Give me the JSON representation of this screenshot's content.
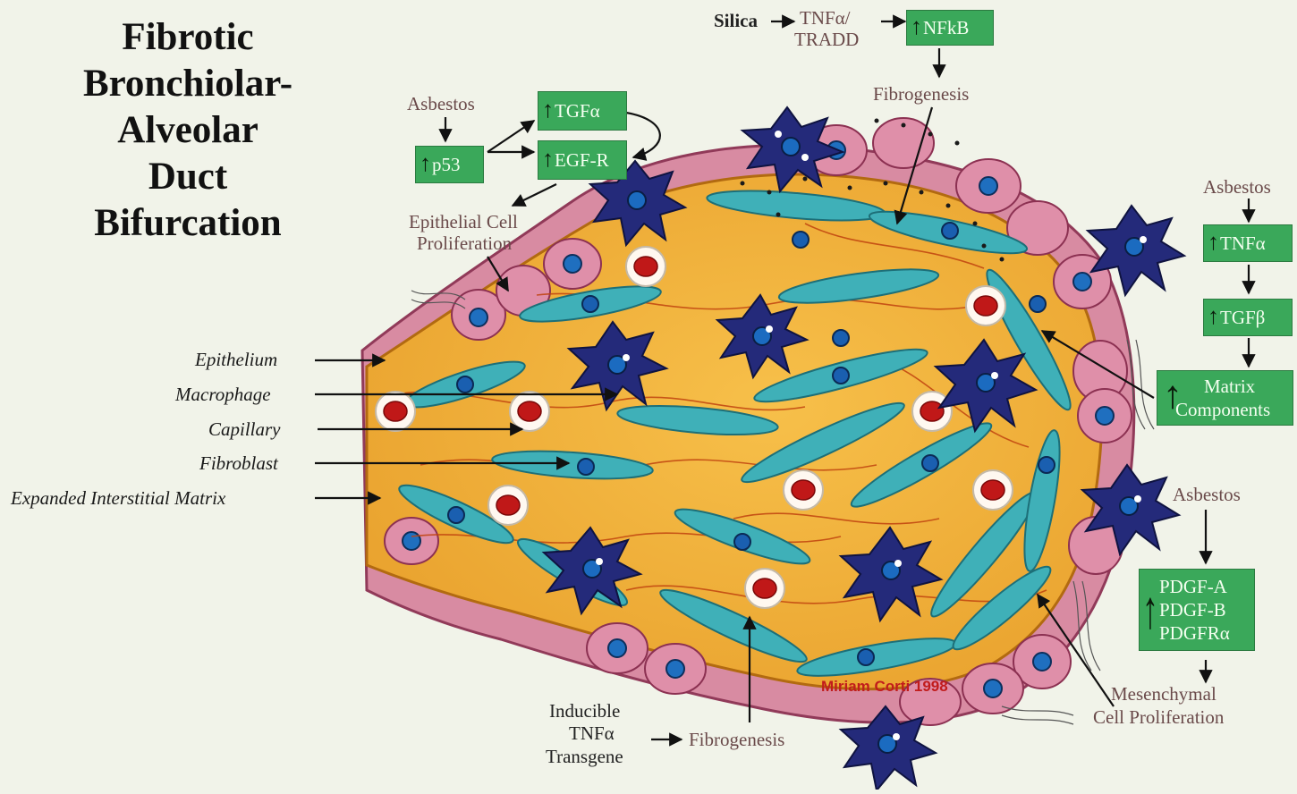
{
  "title": {
    "lines": [
      "Fibrotic",
      "Bronchiolar-",
      "Alveolar",
      "Duct",
      "Bifurcation"
    ]
  },
  "left_labels": {
    "epithelium": "Epithelium",
    "macrophage": "Macrophage",
    "capillary": "Capillary",
    "fibroblast": "Fibroblast",
    "matrix": "Expanded Interstitial Matrix"
  },
  "top_pathway": {
    "silica": "Silica",
    "tnf_tradd_1": "TNFα/",
    "tnf_tradd_2": "TRADD",
    "nfkb": "NFkB",
    "fibrogenesis": "Fibrogenesis"
  },
  "asbestos_epithelial": {
    "asbestos": "Asbestos",
    "p53": "p53",
    "tgfa": "TGFα",
    "egfr": "EGF-R",
    "prolif_1": "Epithelial Cell",
    "prolif_2": "Proliferation"
  },
  "right_pathway": {
    "asbestos": "Asbestos",
    "tnfa": "TNFα",
    "tgfb": "TGFβ",
    "matrix_1": "Matrix",
    "matrix_2": "Components"
  },
  "pdgf_pathway": {
    "asbestos": "Asbestos",
    "pdgf_a": "PDGF-A",
    "pdgf_b": "PDGF-B",
    "pdgfr": "PDGFRα",
    "mesen_1": "Mesenchymal",
    "mesen_2": "Cell Proliferation"
  },
  "bottom_pathway": {
    "inducible_1": "Inducible",
    "inducible_2": "TNFα",
    "inducible_3": "Transgene",
    "fibrogenesis": "Fibrogenesis"
  },
  "signature": "Miriam Corti 1998",
  "colors": {
    "background": "#f1f3e9",
    "matrix_fill": "#f2b23a",
    "epithelial_cell": "#d9849f",
    "fibroblast": "#3fb0b8",
    "macrophage": "#242a7a",
    "box_green": "#3aa85a",
    "rbc": "#c01818"
  }
}
